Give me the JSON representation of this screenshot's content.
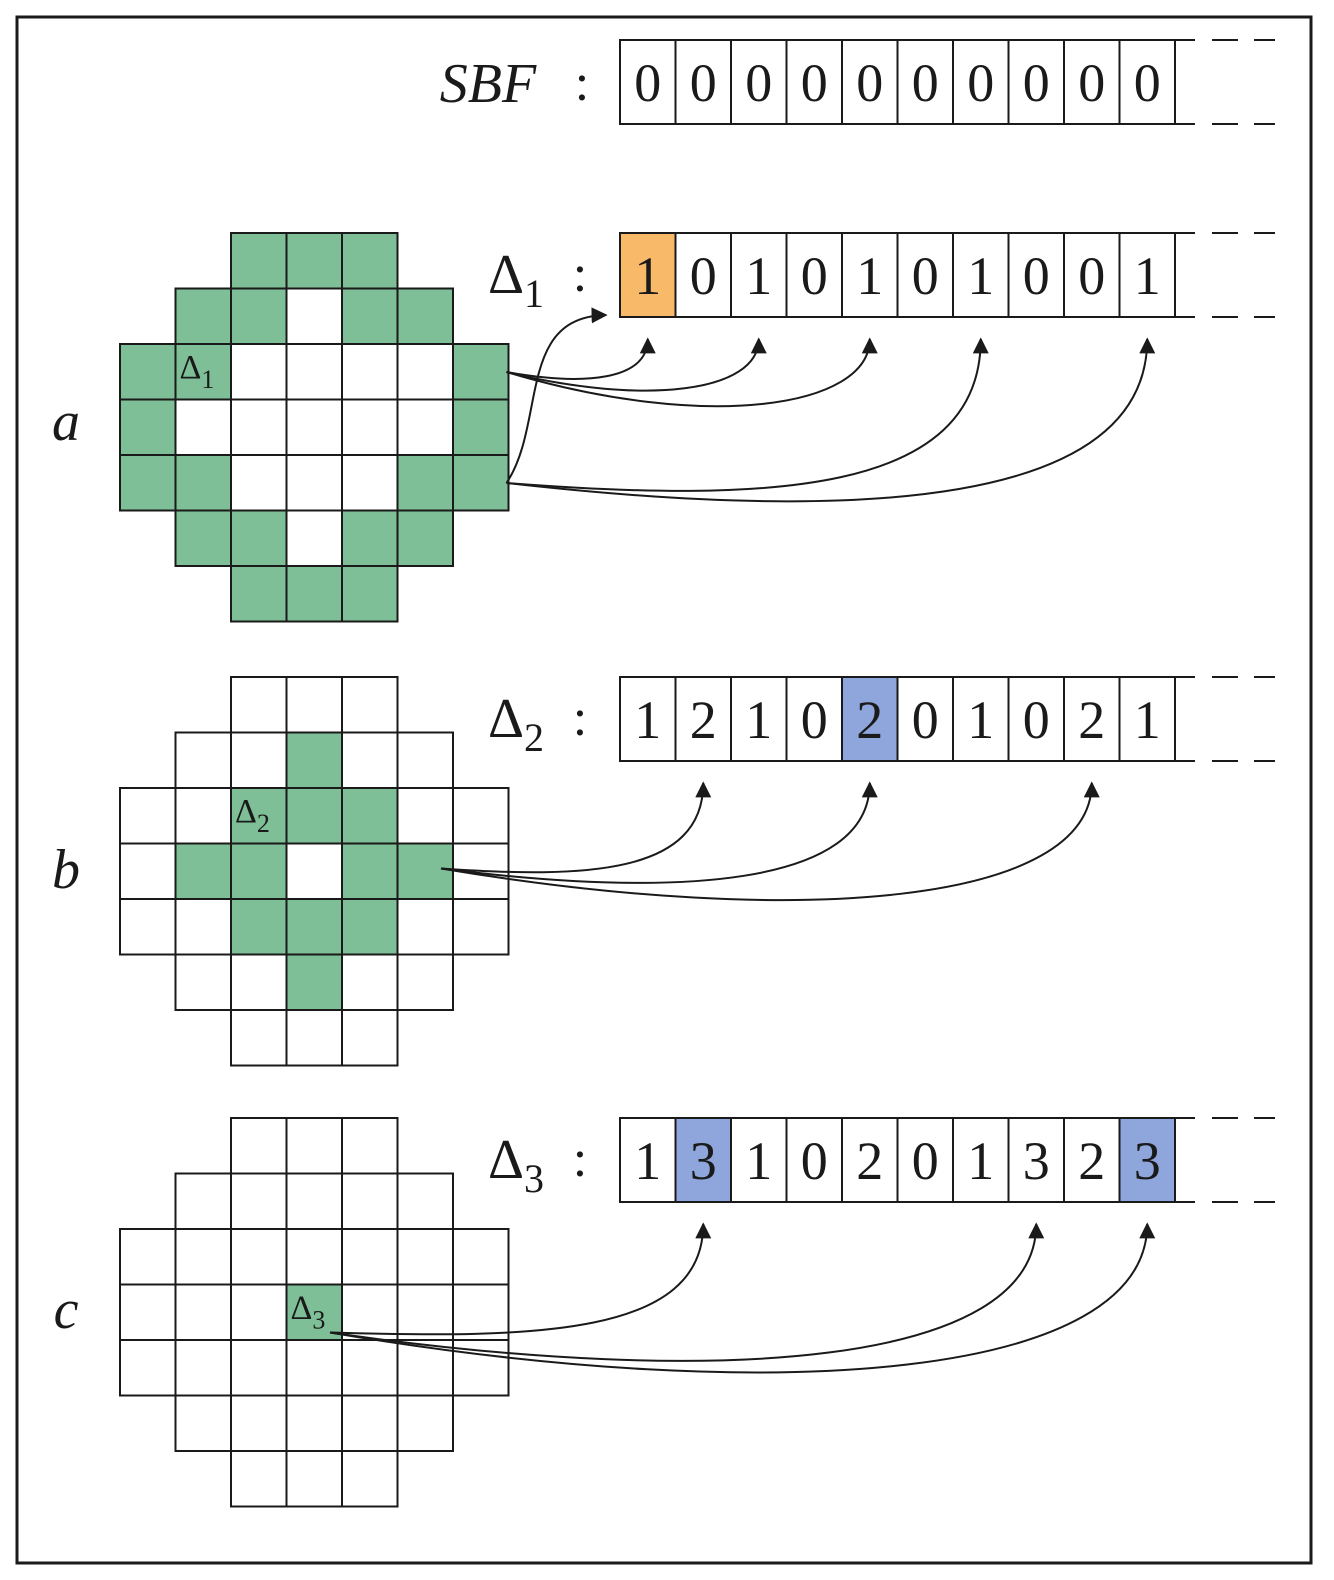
{
  "colors": {
    "green": "#7fbf97",
    "orange": "#f8b968",
    "blue": "#8ea6dc",
    "stroke": "#1a1a1a"
  },
  "sbf": {
    "label": "SBF",
    "separator": ":",
    "cells": [
      "0",
      "0",
      "0",
      "0",
      "0",
      "0",
      "0",
      "0",
      "0",
      "0"
    ],
    "highlights": []
  },
  "rows": [
    {
      "id": "a",
      "panel_label": "a",
      "delta": "Δ",
      "subscript": "1",
      "separator": ":",
      "cells": [
        "1",
        "0",
        "1",
        "0",
        "1",
        "0",
        "1",
        "0",
        "0",
        "1"
      ],
      "highlights": [
        {
          "index": 0,
          "color": "orange"
        }
      ],
      "grid_label": "Δ",
      "grid_label_sub": "1",
      "green_cells": [
        [
          0,
          2
        ],
        [
          0,
          3
        ],
        [
          0,
          4
        ],
        [
          1,
          1
        ],
        [
          1,
          2
        ],
        [
          1,
          4
        ],
        [
          1,
          5
        ],
        [
          2,
          0
        ],
        [
          2,
          1
        ],
        [
          2,
          6
        ],
        [
          3,
          0
        ],
        [
          3,
          6
        ],
        [
          4,
          0
        ],
        [
          4,
          1
        ],
        [
          4,
          5
        ],
        [
          4,
          6
        ],
        [
          5,
          1
        ],
        [
          5,
          2
        ],
        [
          5,
          4
        ],
        [
          5,
          5
        ],
        [
          6,
          2
        ],
        [
          6,
          3
        ],
        [
          6,
          4
        ]
      ],
      "label_cell": [
        2,
        1
      ],
      "arrow_targets": [
        0,
        2,
        4,
        6,
        9
      ],
      "arrow_sources": [
        [
          2,
          6
        ],
        [
          2,
          6
        ],
        [
          2,
          6
        ],
        [
          4,
          6
        ],
        [
          4,
          6
        ],
        [
          4,
          6
        ]
      ],
      "arrow_to_cells": [
        0,
        2,
        4,
        6,
        9,
        "left"
      ]
    },
    {
      "id": "b",
      "panel_label": "b",
      "delta": "Δ",
      "subscript": "2",
      "separator": ":",
      "cells": [
        "1",
        "2",
        "1",
        "0",
        "2",
        "0",
        "1",
        "0",
        "2",
        "1"
      ],
      "highlights": [
        {
          "index": 4,
          "color": "blue"
        }
      ],
      "grid_label": "Δ",
      "grid_label_sub": "2",
      "green_cells": [
        [
          1,
          3
        ],
        [
          2,
          2
        ],
        [
          2,
          3
        ],
        [
          2,
          4
        ],
        [
          3,
          1
        ],
        [
          3,
          2
        ],
        [
          3,
          4
        ],
        [
          3,
          5
        ],
        [
          4,
          2
        ],
        [
          4,
          3
        ],
        [
          4,
          4
        ],
        [
          5,
          3
        ]
      ],
      "label_cell": [
        2,
        2
      ],
      "arrow_to_cells": [
        1,
        4,
        8
      ]
    },
    {
      "id": "c",
      "panel_label": "c",
      "delta": "Δ",
      "subscript": "3",
      "separator": ":",
      "cells": [
        "1",
        "3",
        "1",
        "0",
        "2",
        "0",
        "1",
        "3",
        "2",
        "3"
      ],
      "highlights": [
        {
          "index": 1,
          "color": "blue"
        },
        {
          "index": 9,
          "color": "blue"
        }
      ],
      "grid_label": "Δ",
      "grid_label_sub": "3",
      "green_cells": [
        [
          3,
          3
        ]
      ],
      "label_cell": [
        3,
        3
      ],
      "arrow_to_cells": [
        1,
        7,
        9
      ]
    }
  ]
}
